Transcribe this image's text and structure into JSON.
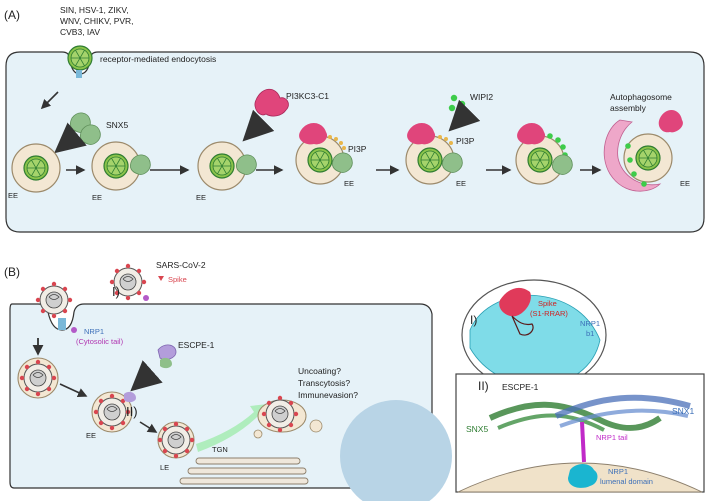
{
  "panel_a": {
    "label": "(A)",
    "viruses": [
      "SIN, HSV-1, ZIKV,",
      "WNV, CHIKV, PVR,",
      "CVB3, IAV"
    ],
    "endocytosis": "receptor-mediated endocytosis",
    "snx5": "SNX5",
    "pi3kc3": "PI3KC3-C1",
    "wipi2": "WIPI2",
    "pi3p_1": "PI3P",
    "pi3p_2": "PI3P",
    "autophagosome": [
      "Autophagosome",
      "assembly"
    ],
    "ee": "EE"
  },
  "panel_b": {
    "label": "(B)",
    "sars": "SARS-CoV-2",
    "spike": "Spike",
    "roman_1": "I)",
    "roman_2": "II)",
    "nrp1": "NRP1",
    "cytosolic_tail": "(Cytosolic tail)",
    "escpe1": "ESCPE-1",
    "ee": "EE",
    "le": "LE",
    "tgn": "TGN",
    "questions": [
      "Uncoating?",
      "Transcytosis?",
      "Immunevasion?"
    ]
  },
  "inset_1": {
    "roman": "I)",
    "spike": "Spike",
    "spike_sub": "(S1-RRAR)",
    "nrp1": "NRP1",
    "b1": "b1"
  },
  "inset_2": {
    "roman": "II)",
    "title": "ESCPE-1",
    "snx5": "SNX5",
    "snx1": "SNX1",
    "nrp1_tail": "NRP1 tail",
    "nrp1": "NRP1",
    "lumenal": "lumenal domain"
  },
  "colors": {
    "snx": "#8fbf8a",
    "pi3k": "#e0457b",
    "wipi": "#3dcc4a",
    "virus": "#8bc34a",
    "endosome": "#f3e7d3",
    "nucleus": "#b8d4e6",
    "spike": "#d94650",
    "nrp1": "#3c6fb8",
    "escpe": "#b39ddb"
  }
}
